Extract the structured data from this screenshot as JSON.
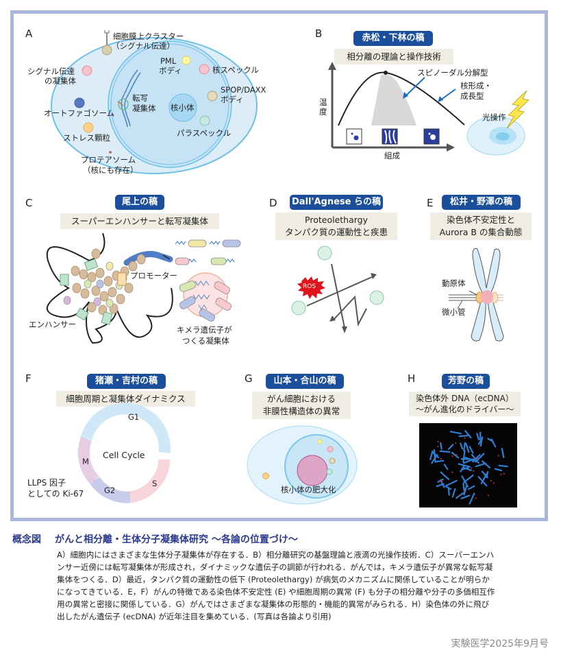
{
  "panels": {
    "A": {
      "letter": "A",
      "labels": {
        "membrane_cluster": "細胞膜上クラスター",
        "membrane_cluster_sub": "（シグナル伝達）",
        "pml": "PML",
        "pml_sub": "ボディ",
        "signal_1": "シグナル伝達",
        "signal_2": "の凝集体",
        "speckle": "核スペックル",
        "spop": "SPOP/DAXX",
        "spop_sub": "ボディ",
        "transcription_1": "転写",
        "transcription_2": "凝集体",
        "nucleolus": "核小体",
        "autophagosome": "オートファゴソーム",
        "stress": "ストレス顆粒",
        "paraspeckle": "パラスペックル",
        "proteasome": "プロテアソーム",
        "proteasome_sub": "（核にも存在）"
      }
    },
    "B": {
      "letter": "B",
      "badge": "赤松・下林の稿",
      "subtitle": "相分離の理論と操作技術",
      "spinodal": "スピノーダル分解型",
      "nucleation_1": "核形成・",
      "nucleation_2": "成長型",
      "ylabel": "温度",
      "xlabel": "組成",
      "light": "光操作"
    },
    "C": {
      "letter": "C",
      "badge": "尾上の稿",
      "subtitle": "スーパーエンハンサーと転写凝集体",
      "promoter": "プロモーター",
      "enhancer": "エンハンサー",
      "chimera_1": "キメラ遺伝子が",
      "chimera_2": "つくる凝集体"
    },
    "D": {
      "letter": "D",
      "badge": "Dall'Agnese らの稿",
      "subtitle_1": "Proteolethargy",
      "subtitle_2": "タンパク質の運動性と疾患",
      "ros": "ROS"
    },
    "E": {
      "letter": "E",
      "badge": "松井・野澤の稿",
      "subtitle_1": "染色体不安定性と",
      "subtitle_2": "Aurora B の集合動態",
      "kinetochore": "動原体",
      "microtubule": "微小管"
    },
    "F": {
      "letter": "F",
      "badge": "猪瀬・吉村の稿",
      "subtitle": "細胞周期と凝集体ダイナミクス",
      "g1": "G1",
      "s": "S",
      "g2": "G2",
      "m": "M",
      "center": "Cell Cycle",
      "llps_1": "LLPS 因子",
      "llps_2": "としての Ki-67"
    },
    "G": {
      "letter": "G",
      "badge": "山本・合山の稿",
      "subtitle_1": "がん細胞における",
      "subtitle_2": "非膜性構造体の異常",
      "nucleolus": "核小体の肥大化"
    },
    "H": {
      "letter": "H",
      "badge": "芳野の稿",
      "subtitle_1": "染色体外 DNA（ecDNA）",
      "subtitle_2": "～がん進化のドライバー～"
    }
  },
  "caption": {
    "label": "概念図",
    "title": "がんと相分離・生体分子凝集体研究 ～各論の位置づけ～",
    "lines": [
      "A）細胞内にはさまざまな生体分子凝集体が存在する．B）相分離研究の基盤理論と液滴の光操作技術．C）スーパーエンハ",
      "ンサー近傍には転写凝集体が形成され，ダイナミックな遺伝子の調節が行われる．がんでは，キメラ遺伝子が異常な転写凝",
      "集体をつくる．D）最近，タンパク質の運動性の低下 (Proteolethargy) が病気のメカニズムに関係していることが明らか",
      "になってきている．E，F）がんの特徴である染色体不安定性 (E) や細胞周期の異常 (F) も分子の相分離や分子の多価相互作",
      "用の異常と密接に関係している．G）がんではさまざまな凝集体の形態的・機能的異常がみられる．H）染色体の外に飛び",
      "出したがん遺伝子 (ecDNA) が近年注目を集めている．(写真は各論より引用)"
    ]
  },
  "footer": "実験医学2025年9月号",
  "colors": {
    "badge": "#1b4f9b",
    "subtitle_bg": "#efece1",
    "frame": "#a9b7e0",
    "caption_title": "#2b3a8f"
  }
}
